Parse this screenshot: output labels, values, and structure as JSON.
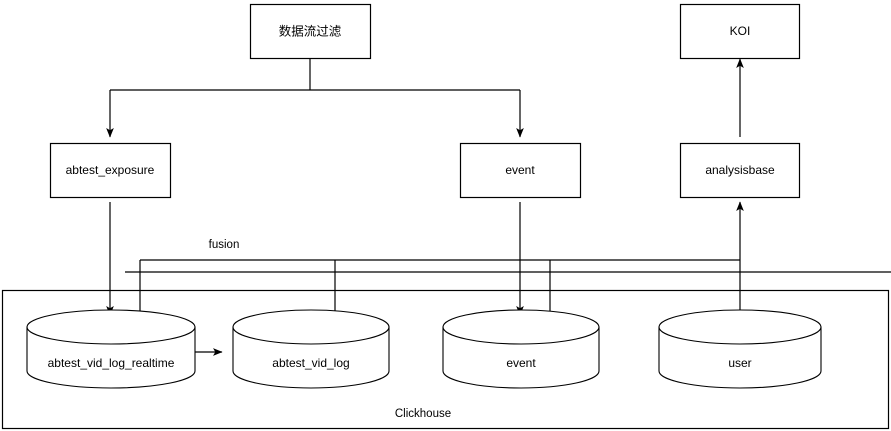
{
  "diagram": {
    "title": "",
    "background_color": "#ffffff",
    "stroke_color": "#000000",
    "nodes": {
      "data_stream_filter": {
        "label": "数据流过滤",
        "shape": "rectangle"
      },
      "koi": {
        "label": "KOI",
        "shape": "rectangle"
      },
      "abtest_exposure": {
        "label": "abtest_exposure",
        "shape": "rectangle"
      },
      "event_mid": {
        "label": "event",
        "shape": "rectangle"
      },
      "analysisbase": {
        "label": "analysisbase",
        "shape": "rectangle"
      },
      "abtest_vid_log_realtime": {
        "label": "abtest_vid_log_realtime",
        "shape": "cylinder"
      },
      "abtest_vid_log": {
        "label": "abtest_vid_log",
        "shape": "cylinder"
      },
      "event_db": {
        "label": "event",
        "shape": "cylinder"
      },
      "user_db": {
        "label": "user",
        "shape": "cylinder"
      }
    },
    "container": {
      "label": "Clickhouse"
    },
    "edge_labels": {
      "fusion": "fusion"
    }
  }
}
